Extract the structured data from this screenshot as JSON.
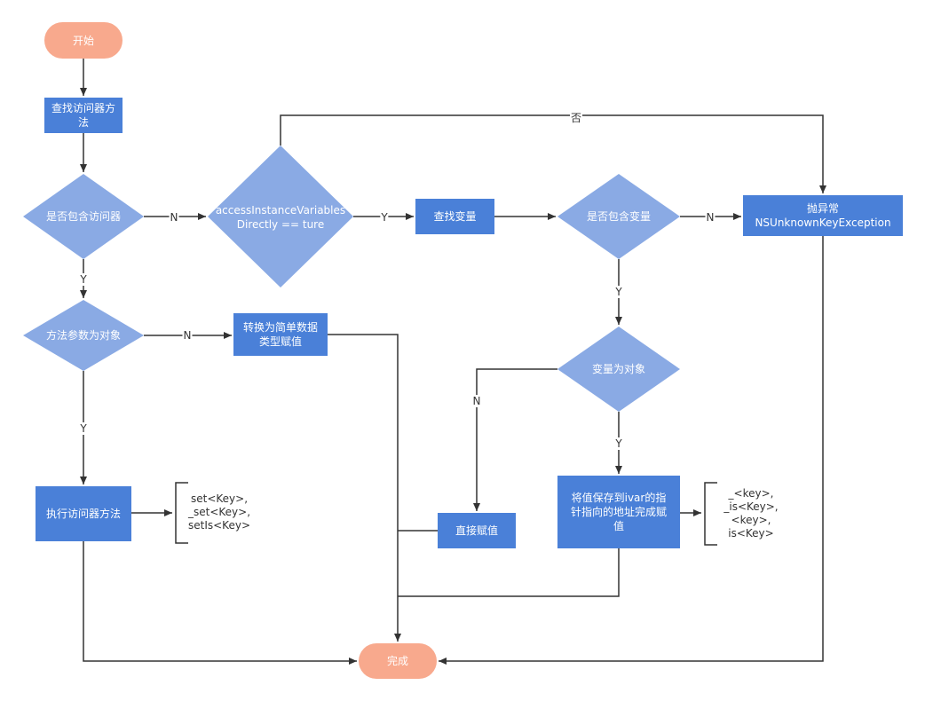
{
  "colors": {
    "process": "#4a80d8",
    "decision": "#8aaae4",
    "terminal": "#f8a98d",
    "line": "#333333"
  },
  "nodes": {
    "start": "开始",
    "find_accessor": "查找访问器方法",
    "has_accessor": "是否包含访问器",
    "access_ivar": "accessInstanceVariablesDirectly == ture",
    "find_var": "查找变量",
    "has_var": "是否包含变量",
    "throw_ex": "抛异常\nNSUnknownKeyException",
    "param_is_obj": "方法参数为对象",
    "convert_assign": "转换为简单数据类型赋值",
    "exec_accessor": "执行访问器方法",
    "var_is_obj": "变量为对象",
    "direct_assign": "直接赋值",
    "save_ivar": "将值保存到ivar的指针指向的地址完成赋值",
    "done": "完成"
  },
  "notes": {
    "setters": "set<Key>,\n_set<Key>,\nsetIs<Key>",
    "ivars": "_<key>,\n_is<Key>,\n<key>,\nis<Key>"
  },
  "edge_labels": {
    "no_top": "否",
    "n1": "N",
    "y1": "Y",
    "n2": "N",
    "y2": "Y",
    "n3": "N",
    "y3": "Y",
    "n4": "N",
    "y4": "Y"
  }
}
